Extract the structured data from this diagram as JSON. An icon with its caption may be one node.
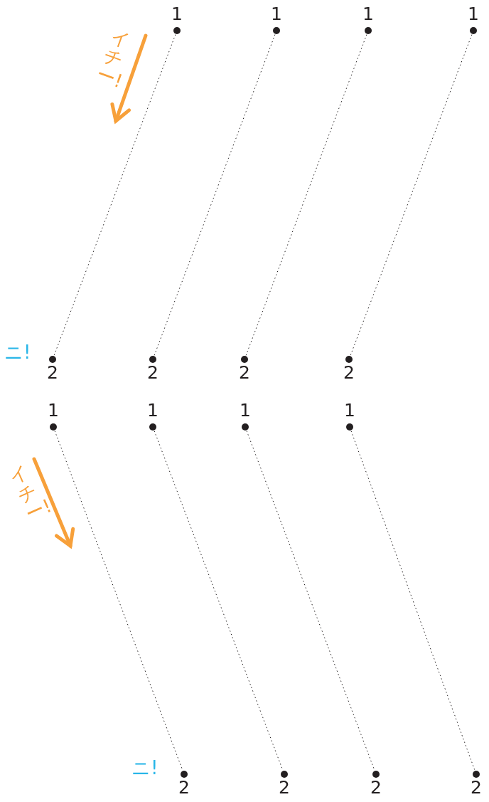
{
  "diagram": {
    "nodes": [
      {
        "text": [
          "1"
        ]
      },
      {
        "text": [
          "1"
        ]
      },
      {
        "text": [
          "1"
        ]
      },
      {
        "text": [
          "1"
        ]
      },
      {
        "text": [
          "2"
        ]
      },
      {
        "text": [
          "2"
        ]
      },
      {
        "text": [
          "2"
        ]
      },
      {
        "text": [
          "2"
        ]
      },
      {
        "text": [
          "1"
        ]
      },
      {
        "text": [
          "1"
        ]
      },
      {
        "text": [
          "1"
        ]
      },
      {
        "text": [
          "1"
        ]
      },
      {
        "text": [
          "2"
        ]
      },
      {
        "text": [
          "2"
        ]
      },
      {
        "text": [
          "2"
        ]
      },
      {
        "text": [
          "2"
        ]
      }
    ],
    "edges": [
      {
        "from": 0,
        "to": 4,
        "arrow": "none",
        "style": "dashed"
      },
      {
        "from": 1,
        "to": 5,
        "arrow": "none",
        "style": "dashed"
      },
      {
        "from": 2,
        "to": 6,
        "arrow": "none",
        "style": "dashed"
      },
      {
        "from": 3,
        "to": 7,
        "arrow": "none",
        "style": "dashed"
      },
      {
        "from": 8,
        "to": 12,
        "arrow": "none",
        "style": "dashed"
      },
      {
        "from": 9,
        "to": 13,
        "arrow": "none",
        "style": "dashed"
      },
      {
        "from": 10,
        "to": 14,
        "arrow": "none",
        "style": "dashed"
      },
      {
        "from": 11,
        "to": 15,
        "arrow": "none",
        "style": "dashed"
      }
    ],
    "labels": [
      "イチー!",
      "ニ!",
      "イチー!",
      "ニ!"
    ]
  }
}
